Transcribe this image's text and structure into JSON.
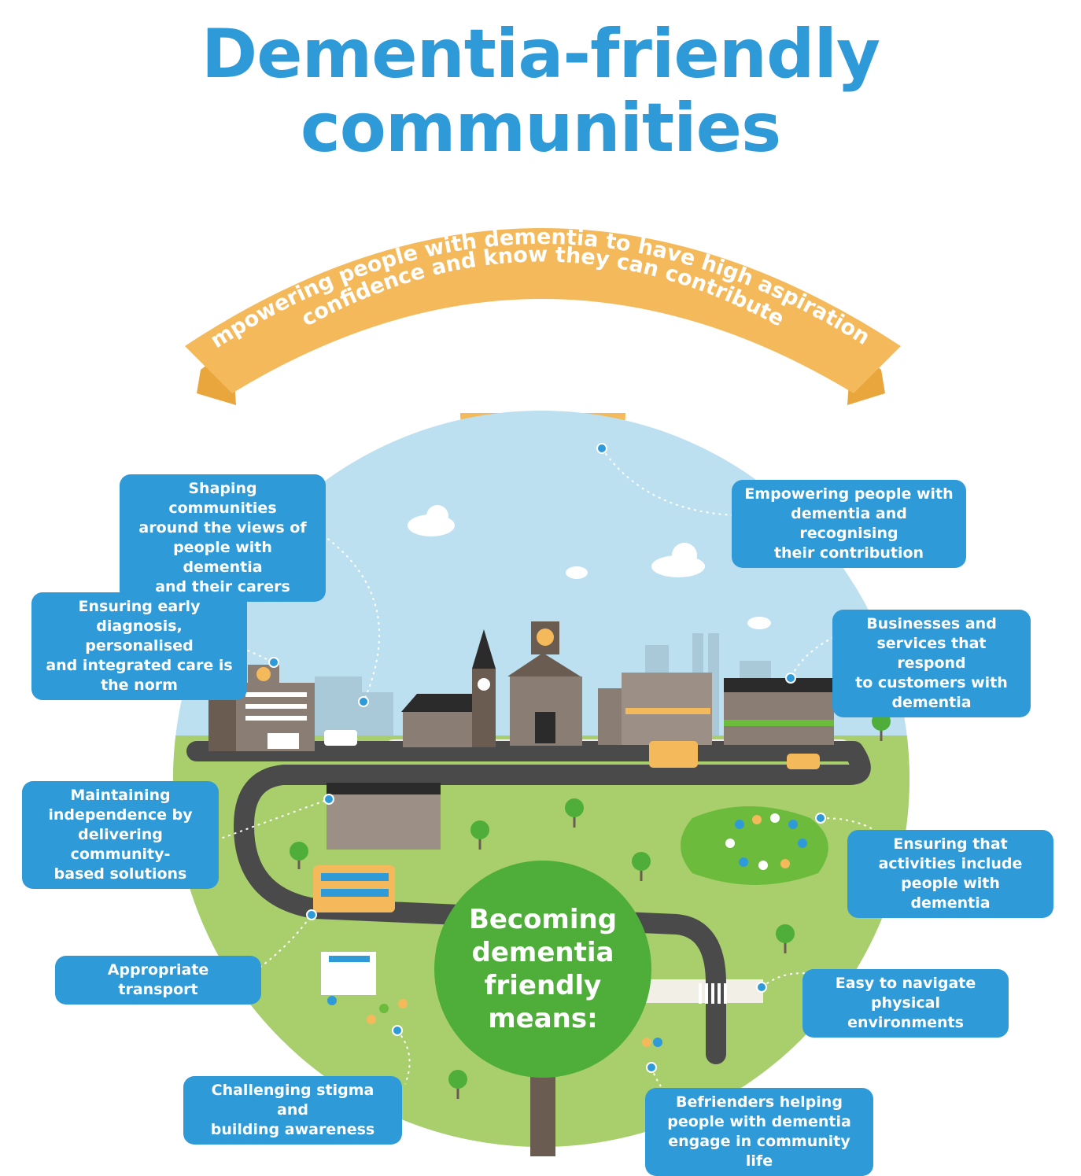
{
  "title": "Dementia-friendly communities",
  "banner": {
    "line1": "Empowering people with dementia to have high aspirations,",
    "line2": "confidence and know they can contribute"
  },
  "center": "Becoming\ndementia\nfriendly\nmeans:",
  "labels": {
    "shaping": "Shaping communities\naround the views of\npeople with dementia\nand their carers",
    "empowering": "Empowering people with\ndementia and recognising\ntheir contribution",
    "diagnosis": "Ensuring early\ndiagnosis, personalised\nand integrated care is\nthe norm",
    "businesses": "Businesses and\nservices that respond\nto customers with\ndementia",
    "independence": "Maintaining\nindependence by\ndelivering community-\nbased solutions",
    "activities": "Ensuring that\nactivities include\npeople with dementia",
    "transport": "Appropriate transport",
    "navigate": "Easy to navigate\nphysical environments",
    "stigma": "Challenging stigma and\nbuilding awareness",
    "befrienders": "Befrienders helping\npeople with dementia\nengage in community life"
  },
  "colors": {
    "accent_blue": "#2f9ad8",
    "banner_yellow": "#f4b95a",
    "sky": "#bde0f0",
    "grass": "#a9cf6c",
    "center_green": "#4fae3a",
    "road": "#4a4a4a"
  }
}
